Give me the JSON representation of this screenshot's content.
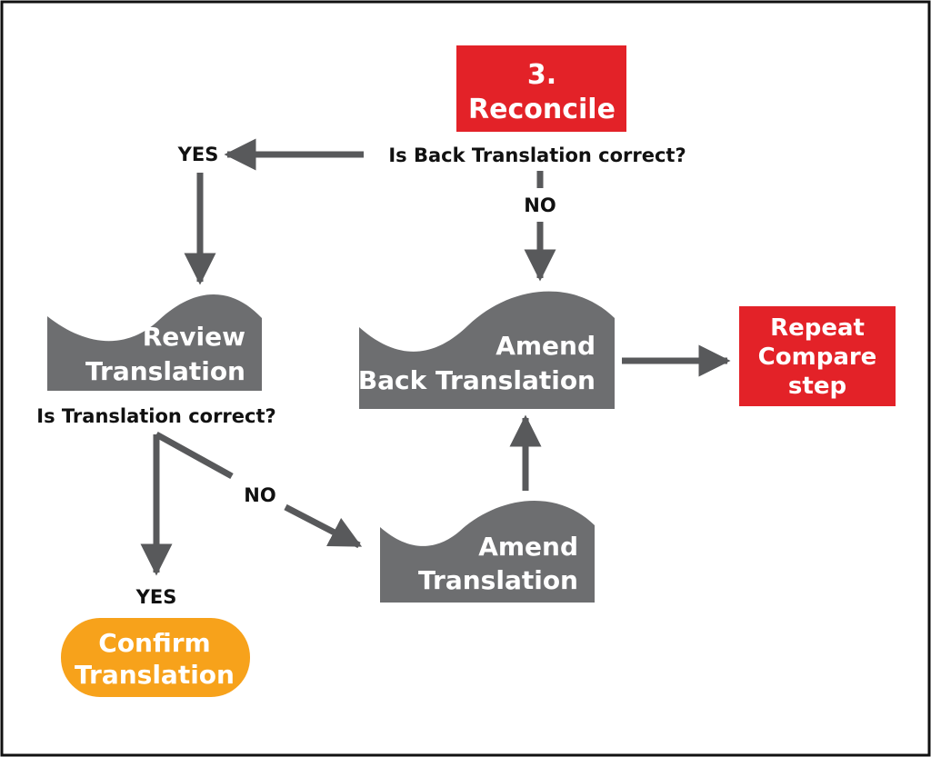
{
  "colors": {
    "red": "#e32228",
    "gray": "#6d6e70",
    "orange": "#f7a21b",
    "arrow": "#58595b",
    "text": "#111111",
    "border": "#111111"
  },
  "reconcile": {
    "line1": "3.",
    "line2": "Reconcile"
  },
  "question_back": "Is Back Translation correct?",
  "yes_top": "YES",
  "no_top": "NO",
  "review": {
    "line1": "Review",
    "line2": "Translation"
  },
  "question_translation": "Is Translation correct?",
  "no_left": "NO",
  "yes_bottom": "YES",
  "confirm": {
    "line1": "Confirm",
    "line2": "Translation"
  },
  "amend_back": {
    "line1": "Amend",
    "line2": "Back Translation"
  },
  "repeat": {
    "line1": "Repeat",
    "line2": "Compare",
    "line3": "step"
  },
  "amend_translation": {
    "line1": "Amend",
    "line2": "Translation"
  }
}
